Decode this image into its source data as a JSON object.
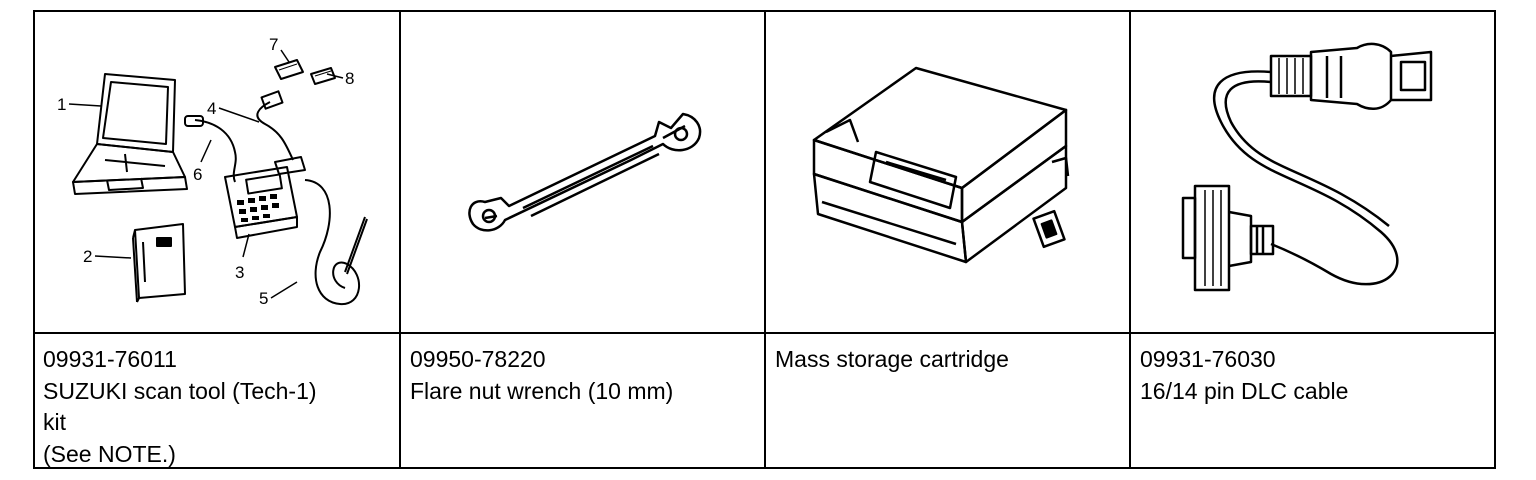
{
  "tools": [
    {
      "part_number": "09931-76011",
      "lines": [
        "SUZUKI scan tool (Tech-1)",
        "kit",
        "(See NOTE.)"
      ],
      "callouts": [
        "1",
        "2",
        "3",
        "4",
        "5",
        "6",
        "7",
        "8"
      ]
    },
    {
      "part_number": "09950-78220",
      "lines": [
        "Flare nut wrench (10 mm)"
      ]
    },
    {
      "part_number": "",
      "lines": [
        "Mass storage cartridge"
      ]
    },
    {
      "part_number": "09931-76030",
      "lines": [
        "16/14 pin DLC cable"
      ]
    }
  ]
}
